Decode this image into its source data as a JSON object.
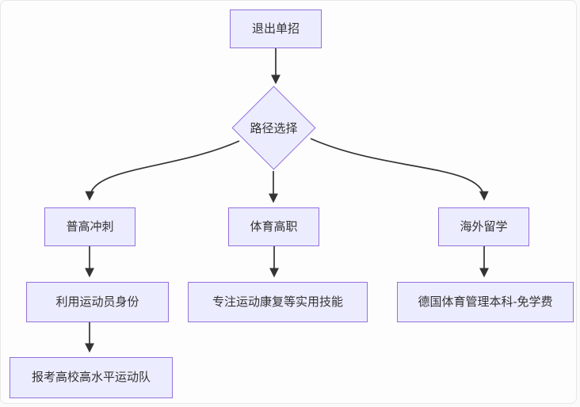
{
  "diagram": {
    "type": "flowchart",
    "direction": "top-down",
    "colors": {
      "node_fill": "#ECECFF",
      "node_border": "#9370DB",
      "edge": "#333333",
      "text": "#333333",
      "canvas_bg": "#fdfdfd",
      "page_bg": "#fafafa"
    },
    "nodes": {
      "exit": {
        "label": "退出单招",
        "shape": "rect"
      },
      "choice": {
        "label": "路径选择",
        "shape": "diamond"
      },
      "gaokao": {
        "label": "普高冲刺",
        "shape": "rect"
      },
      "vocational": {
        "label": "体育高职",
        "shape": "rect"
      },
      "overseas": {
        "label": "海外留学",
        "shape": "rect"
      },
      "athlete": {
        "label": "利用运动员身份",
        "shape": "rect"
      },
      "rehab": {
        "label": "专注运动康复等实用技能",
        "shape": "rect"
      },
      "germany": {
        "label": "德国体育管理本科-免学费",
        "shape": "rect"
      },
      "team": {
        "label": "报考高校高水平运动队",
        "shape": "rect"
      }
    },
    "edges": [
      {
        "from": "exit",
        "to": "choice"
      },
      {
        "from": "choice",
        "to": "gaokao"
      },
      {
        "from": "choice",
        "to": "vocational"
      },
      {
        "from": "choice",
        "to": "overseas"
      },
      {
        "from": "gaokao",
        "to": "athlete"
      },
      {
        "from": "vocational",
        "to": "rehab"
      },
      {
        "from": "overseas",
        "to": "germany"
      },
      {
        "from": "athlete",
        "to": "team"
      }
    ]
  }
}
